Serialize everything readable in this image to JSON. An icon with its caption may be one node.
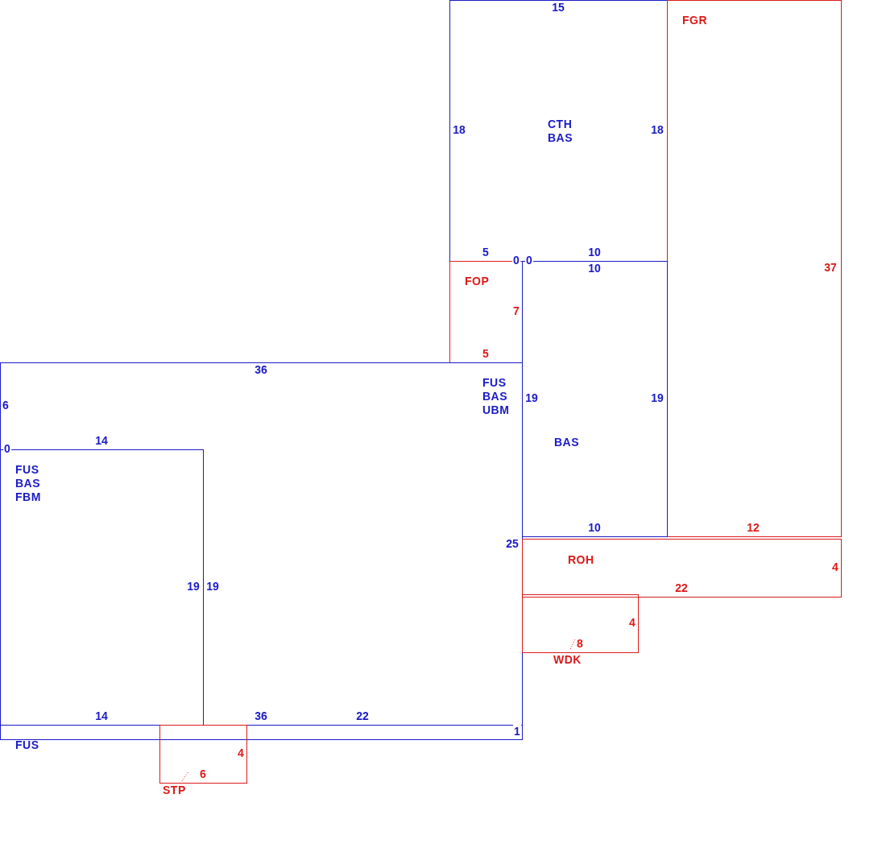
{
  "diagram": {
    "nodes": [
      {
        "text": [
          "CTH",
          "BAS"
        ]
      },
      {
        "text": [
          "FGR"
        ]
      },
      {
        "text": [
          "FOP"
        ]
      },
      {
        "text": [
          "BAS"
        ]
      },
      {
        "text": [
          "FUS",
          "BAS",
          "UBM"
        ]
      },
      {
        "text": [
          "FUS",
          "BAS",
          "FBM"
        ],
        "in": 4
      },
      {
        "text": [
          "ROH"
        ]
      },
      {
        "text": [
          "WDK"
        ]
      },
      {
        "text": [
          "FUS"
        ]
      },
      {
        "text": [
          "STP"
        ]
      }
    ],
    "labels": [
      "15",
      "18",
      "18",
      "5",
      "10",
      "0",
      "0",
      "10",
      "37",
      "7",
      "5",
      "36",
      "19",
      "19",
      "6",
      "14",
      "0",
      "10",
      "12",
      "25",
      "4",
      "19",
      "19",
      "22",
      "4",
      "8",
      "14",
      "36",
      "22",
      "1",
      "4",
      "6"
    ]
  }
}
